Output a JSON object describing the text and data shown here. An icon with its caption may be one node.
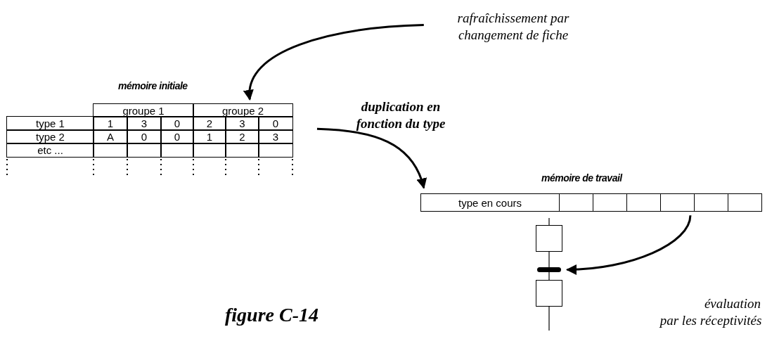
{
  "diagram": {
    "caption": "figure C-14",
    "nodes": [
      {
        "text": [
          "mémoire initiale"
        ]
      },
      {
        "text": [
          "rafraîchissement par changement de fiche"
        ]
      },
      {
        "text": [
          "mémoire de travail",
          "type en cours"
        ]
      },
      {
        "text": [],
        "shape": "box"
      },
      {
        "text": [],
        "shape": "bar"
      },
      {
        "text": [],
        "shape": "box"
      }
    ],
    "edges": [
      {
        "from": 1,
        "to": 0,
        "arrow": "to",
        "style": "thick"
      },
      {
        "from": 0,
        "to": 2,
        "arrow": "to",
        "label": "duplication en fonction du type",
        "style": "thick"
      },
      {
        "from": 2,
        "to": 4,
        "arrow": "to",
        "label": "évaluation par les réceptivités",
        "style": "thick"
      },
      {
        "from": null,
        "to": 3,
        "arrow": "none"
      },
      {
        "from": 3,
        "to": 4,
        "arrow": "none"
      },
      {
        "from": 4,
        "to": 5,
        "arrow": "none"
      },
      {
        "from": 5,
        "to": null,
        "arrow": "none"
      }
    ],
    "labels": [
      "groupe 1",
      "groupe 2",
      "type 1",
      "1",
      "3",
      "0",
      "2",
      "3",
      "0",
      "type 2",
      "A",
      "0",
      "0",
      "1",
      "2",
      "3",
      "etc ..."
    ]
  }
}
